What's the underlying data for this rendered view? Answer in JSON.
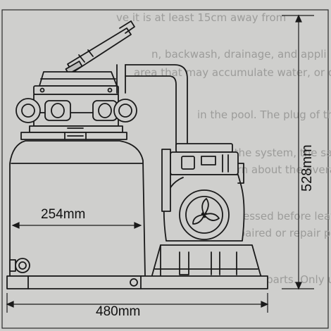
{
  "dimensions": {
    "tank_width": "254mm",
    "base_width": "480mm",
    "total_height": "528mm"
  },
  "background_text": [
    "ve it is at least 15cm away from",
    "n, backwash, drainage, and appli",
    "area that may accumulate water, or on a",
    "in the pool. The plug of the pu",
    "on of the system, the sand and",
    "d to learn about the overall per",
    "essed before leaving the plant s",
    "be repaired or repair parts, and time e",
    "al parts. Only use original"
  ],
  "colors": {
    "paper": "#cfcfcd",
    "line": "#1a1a1a",
    "ghost_text": "#9c9c9a"
  }
}
